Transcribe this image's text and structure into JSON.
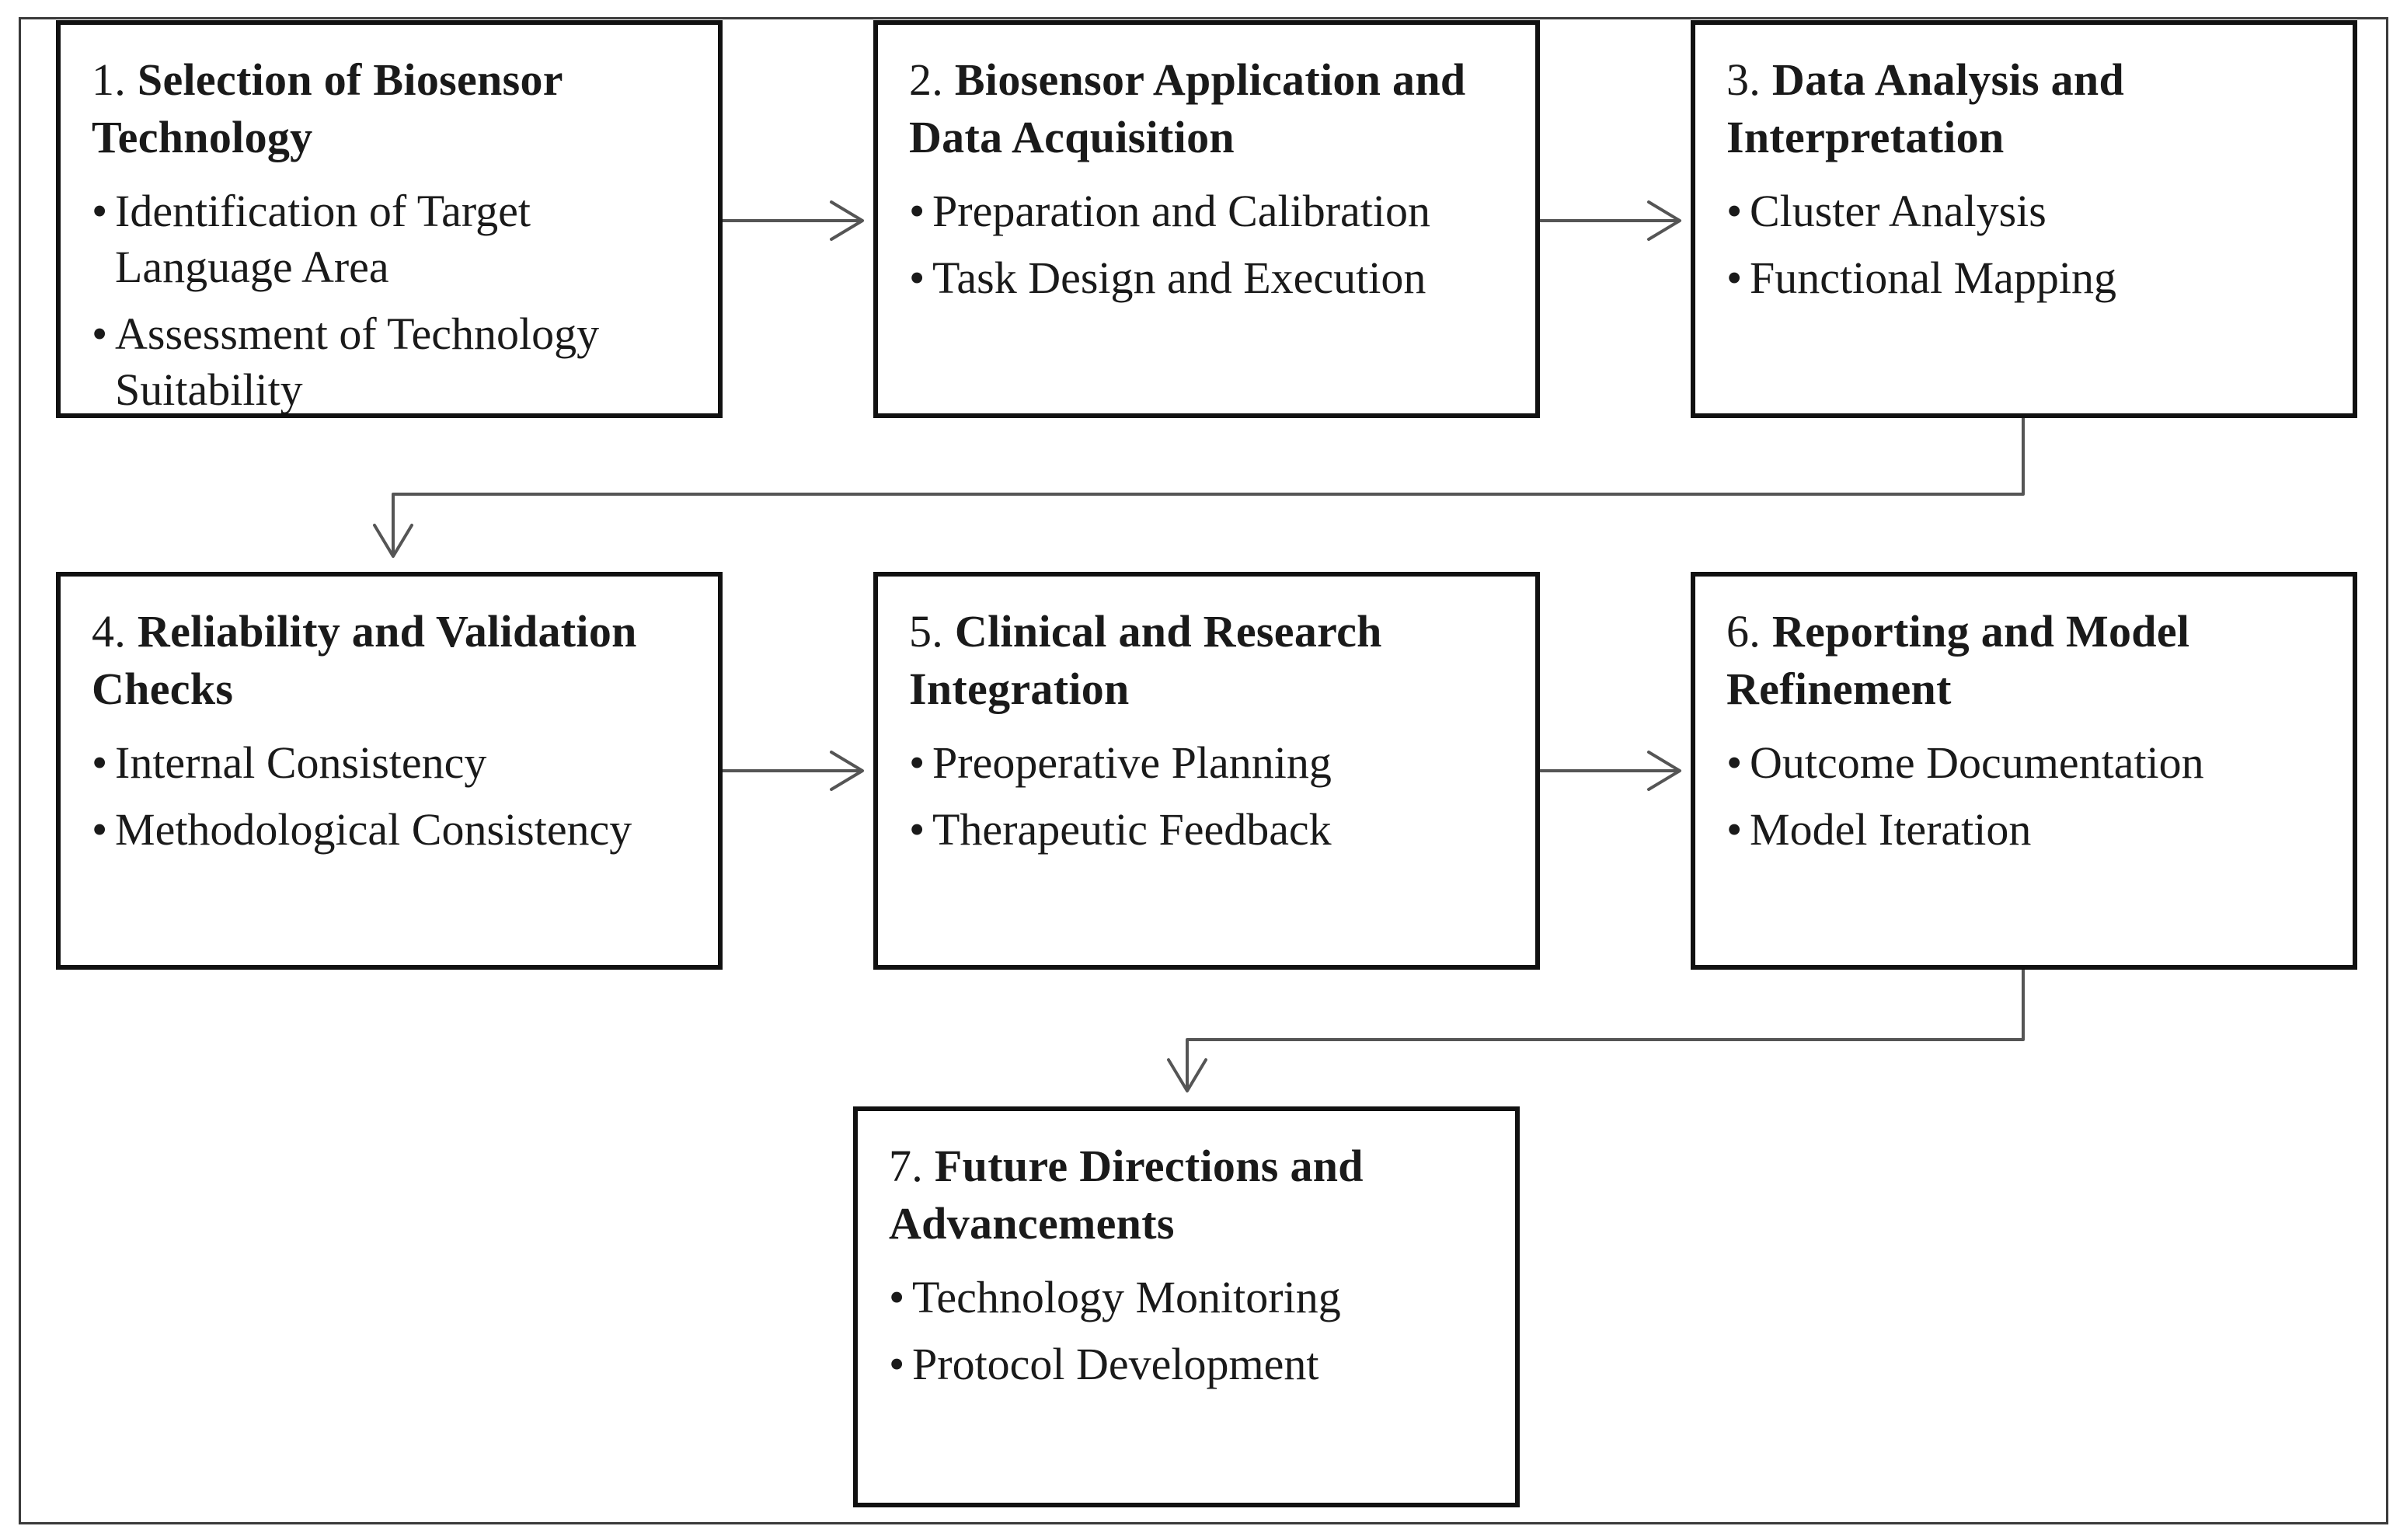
{
  "steps": [
    {
      "number": "1.",
      "title": "Selection of Biosensor Technology",
      "bullets": [
        "Identification of Target Language Area",
        "Assessment of Technology Suitability"
      ]
    },
    {
      "number": "2.",
      "title": "Biosensor Application and Data Acquisition",
      "bullets": [
        "Preparation and Calibration",
        "Task Design and Execution"
      ]
    },
    {
      "number": "3.",
      "title": "Data Analysis and Interpretation",
      "bullets": [
        "Cluster Analysis",
        "Functional Mapping"
      ]
    },
    {
      "number": "4.",
      "title": "Reliability and Validation Checks",
      "bullets": [
        "Internal Consistency",
        "Methodological Consistency"
      ]
    },
    {
      "number": "5.",
      "title": "Clinical and Research Integration",
      "bullets": [
        "Preoperative Planning",
        "Therapeutic Feedback"
      ]
    },
    {
      "number": "6.",
      "title": "Reporting and Model Refinement",
      "bullets": [
        "Outcome Documentation",
        "Model Iteration"
      ]
    },
    {
      "number": "7.",
      "title": "Future Directions and Advancements",
      "bullets": [
        "Technology Monitoring",
        "Protocol Development"
      ]
    }
  ],
  "bullet_char": "•",
  "colors": {
    "border": "#111111",
    "connector": "#555555",
    "frame": "#3a3a3a"
  }
}
